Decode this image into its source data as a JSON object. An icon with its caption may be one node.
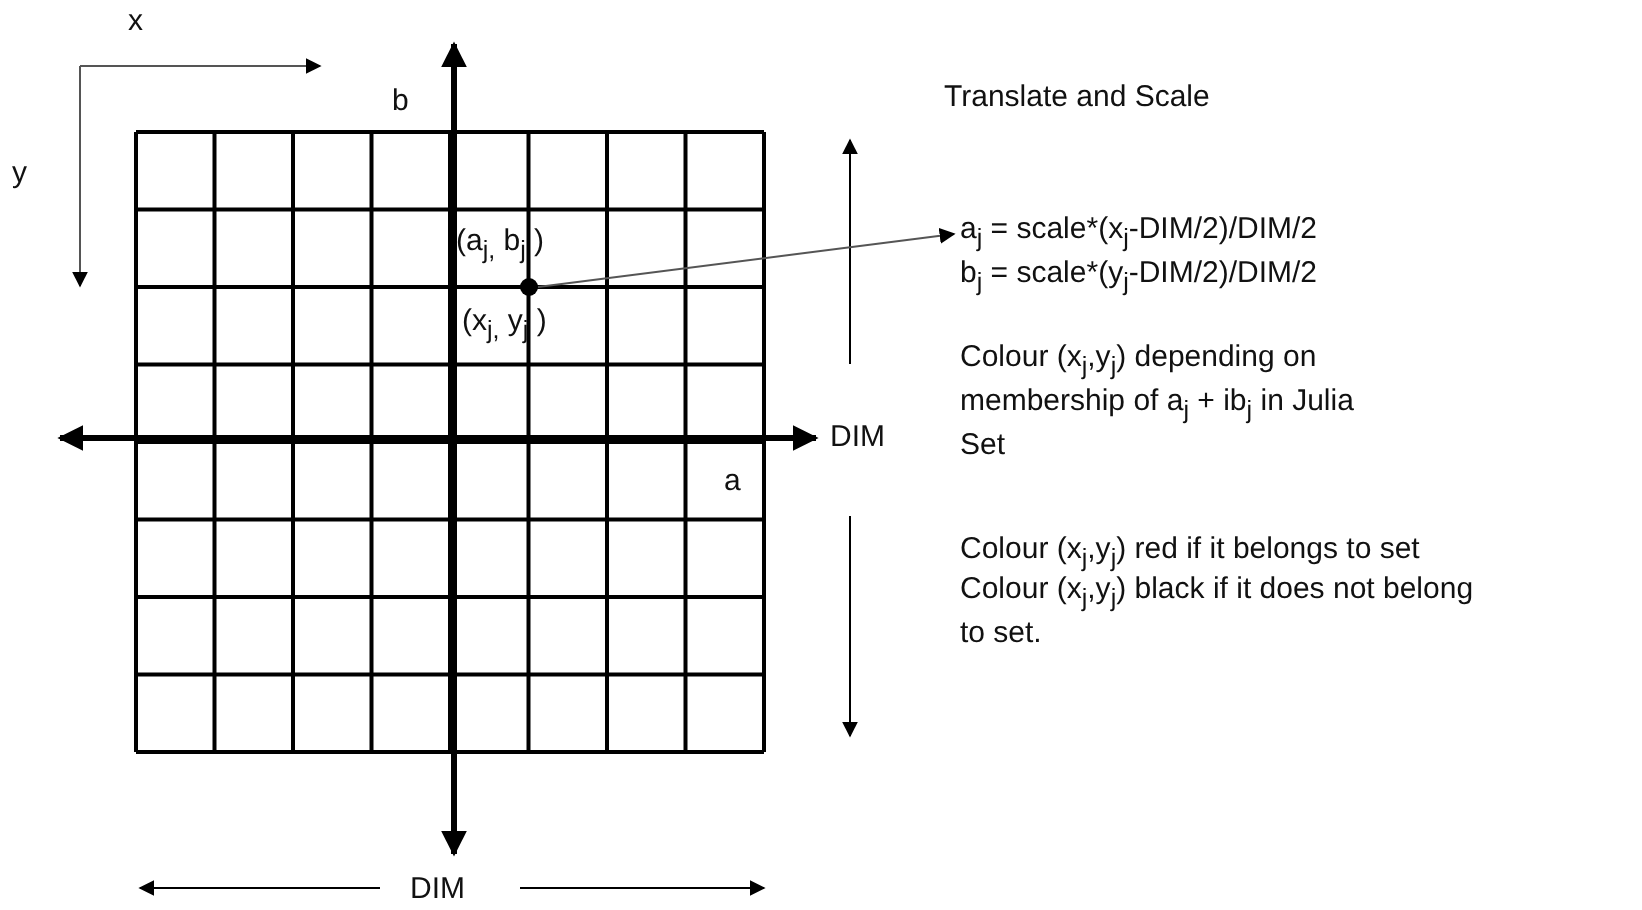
{
  "diagram": {
    "nodes": [
      {
        "text": [],
        "shape": "circle",
        "beside": [
          "(a$_{j,}$ b$_{j}$ )",
          "(x$_{j,}$ y$_{j}$ )"
        ]
      },
      {
        "text": [
          "a$_{j}$ = scale*(x$_{j}$-DIM/2)/DIM/2",
          "b$_{j}$ = scale*(y$_{j}$-DIM/2)/DIM/2"
        ]
      }
    ],
    "edges": [
      {
        "from": 0,
        "to": 1,
        "arrow": "to"
      }
    ],
    "labels": [
      "x",
      "b",
      "Translate and Scale",
      "y",
      "DIM",
      "Colour (x$_{j}$,y$_{j}$) depending on membership of a$_{j}$ + ib$_{j}$ in Julia Set",
      "a",
      "Colour (x$_{j}$,y$_{j}$) red if it belongs to set",
      "Colour (x$_{j}$,y$_{j}$) black if it does not belong to set.",
      "DIM"
    ]
  }
}
